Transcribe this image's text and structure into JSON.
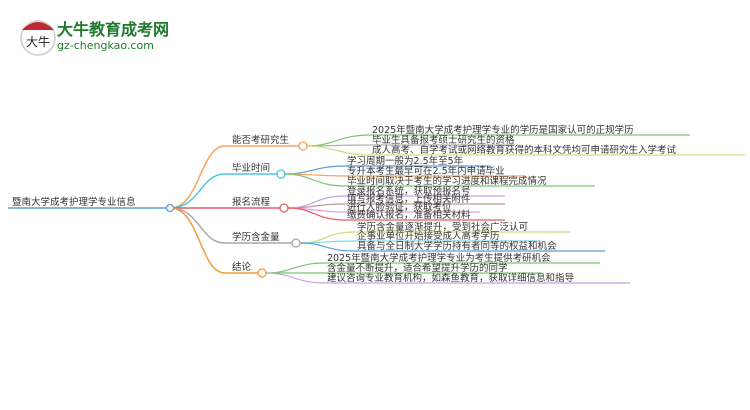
{
  "logo": {
    "name": "大牛教育成考网",
    "url": "gz-chengkao.com",
    "mark": "大牛"
  },
  "root": {
    "label": "暨南大学成考护理学专业信息",
    "color": "#5b9bd5"
  },
  "branches": [
    {
      "label": "能否考研究生",
      "color": "#f5a25d",
      "leaves": [
        {
          "text": "2025年暨南大学成考护理学专业的学历是国家认可的正规学历",
          "color": "#7cc576"
        },
        {
          "text": "毕业生具备报考硕士研究生的资格",
          "color": "#b0b0b0"
        },
        {
          "text": "成人高考、自学考试或网络教育获得的本科文凭均可申请研究生入学考试",
          "color": "#d9d97a"
        }
      ]
    },
    {
      "label": "毕业时间",
      "color": "#4fc8dc",
      "leaves": [
        {
          "text": "学习周期一般为2.5年至5年",
          "color": "#5b9bd5"
        },
        {
          "text": "专升本考生最早可在2.5年内申请毕业",
          "color": "#f5a25d"
        },
        {
          "text": "毕业时间取决于考生的学习进度和课程完成情况",
          "color": "#7cc576"
        }
      ]
    },
    {
      "label": "报名流程",
      "color": "#e85a62",
      "leaves": [
        {
          "text": "登录报名系统，获取预报名号",
          "color": "#c3a5e0"
        },
        {
          "text": "填写报考信息，上传相关附件",
          "color": "#b89a9a"
        },
        {
          "text": "进行人脸验证，获取考位",
          "color": "#e6a0d8"
        },
        {
          "text": "缴费确认报名，准备相关材料",
          "color": "#e85a62"
        }
      ]
    },
    {
      "label": "学历含金量",
      "color": "#a8a8a8",
      "leaves": [
        {
          "text": "学历含金量逐渐提升，受到社会广泛认可",
          "color": "#d9d97a"
        },
        {
          "text": "企事业单位开始接受成人高考学历",
          "color": "#7fd8e6"
        },
        {
          "text": "具备与全日制大学学历持有者同等的权益和机会",
          "color": "#5b9bd5"
        }
      ]
    },
    {
      "label": "结论",
      "color": "#f39c3b",
      "leaves": [
        {
          "text": "2025年暨南大学成考护理学专业为考生提供考研机会",
          "color": "#7cc576"
        },
        {
          "text": "含金量不断提升，适合希望提升学历的同学",
          "color": "#7cc576"
        },
        {
          "text": "建议咨询专业教育机构，如森鱼教育，获取详细信息和指导",
          "color": "#c3a5e0"
        }
      ]
    }
  ]
}
